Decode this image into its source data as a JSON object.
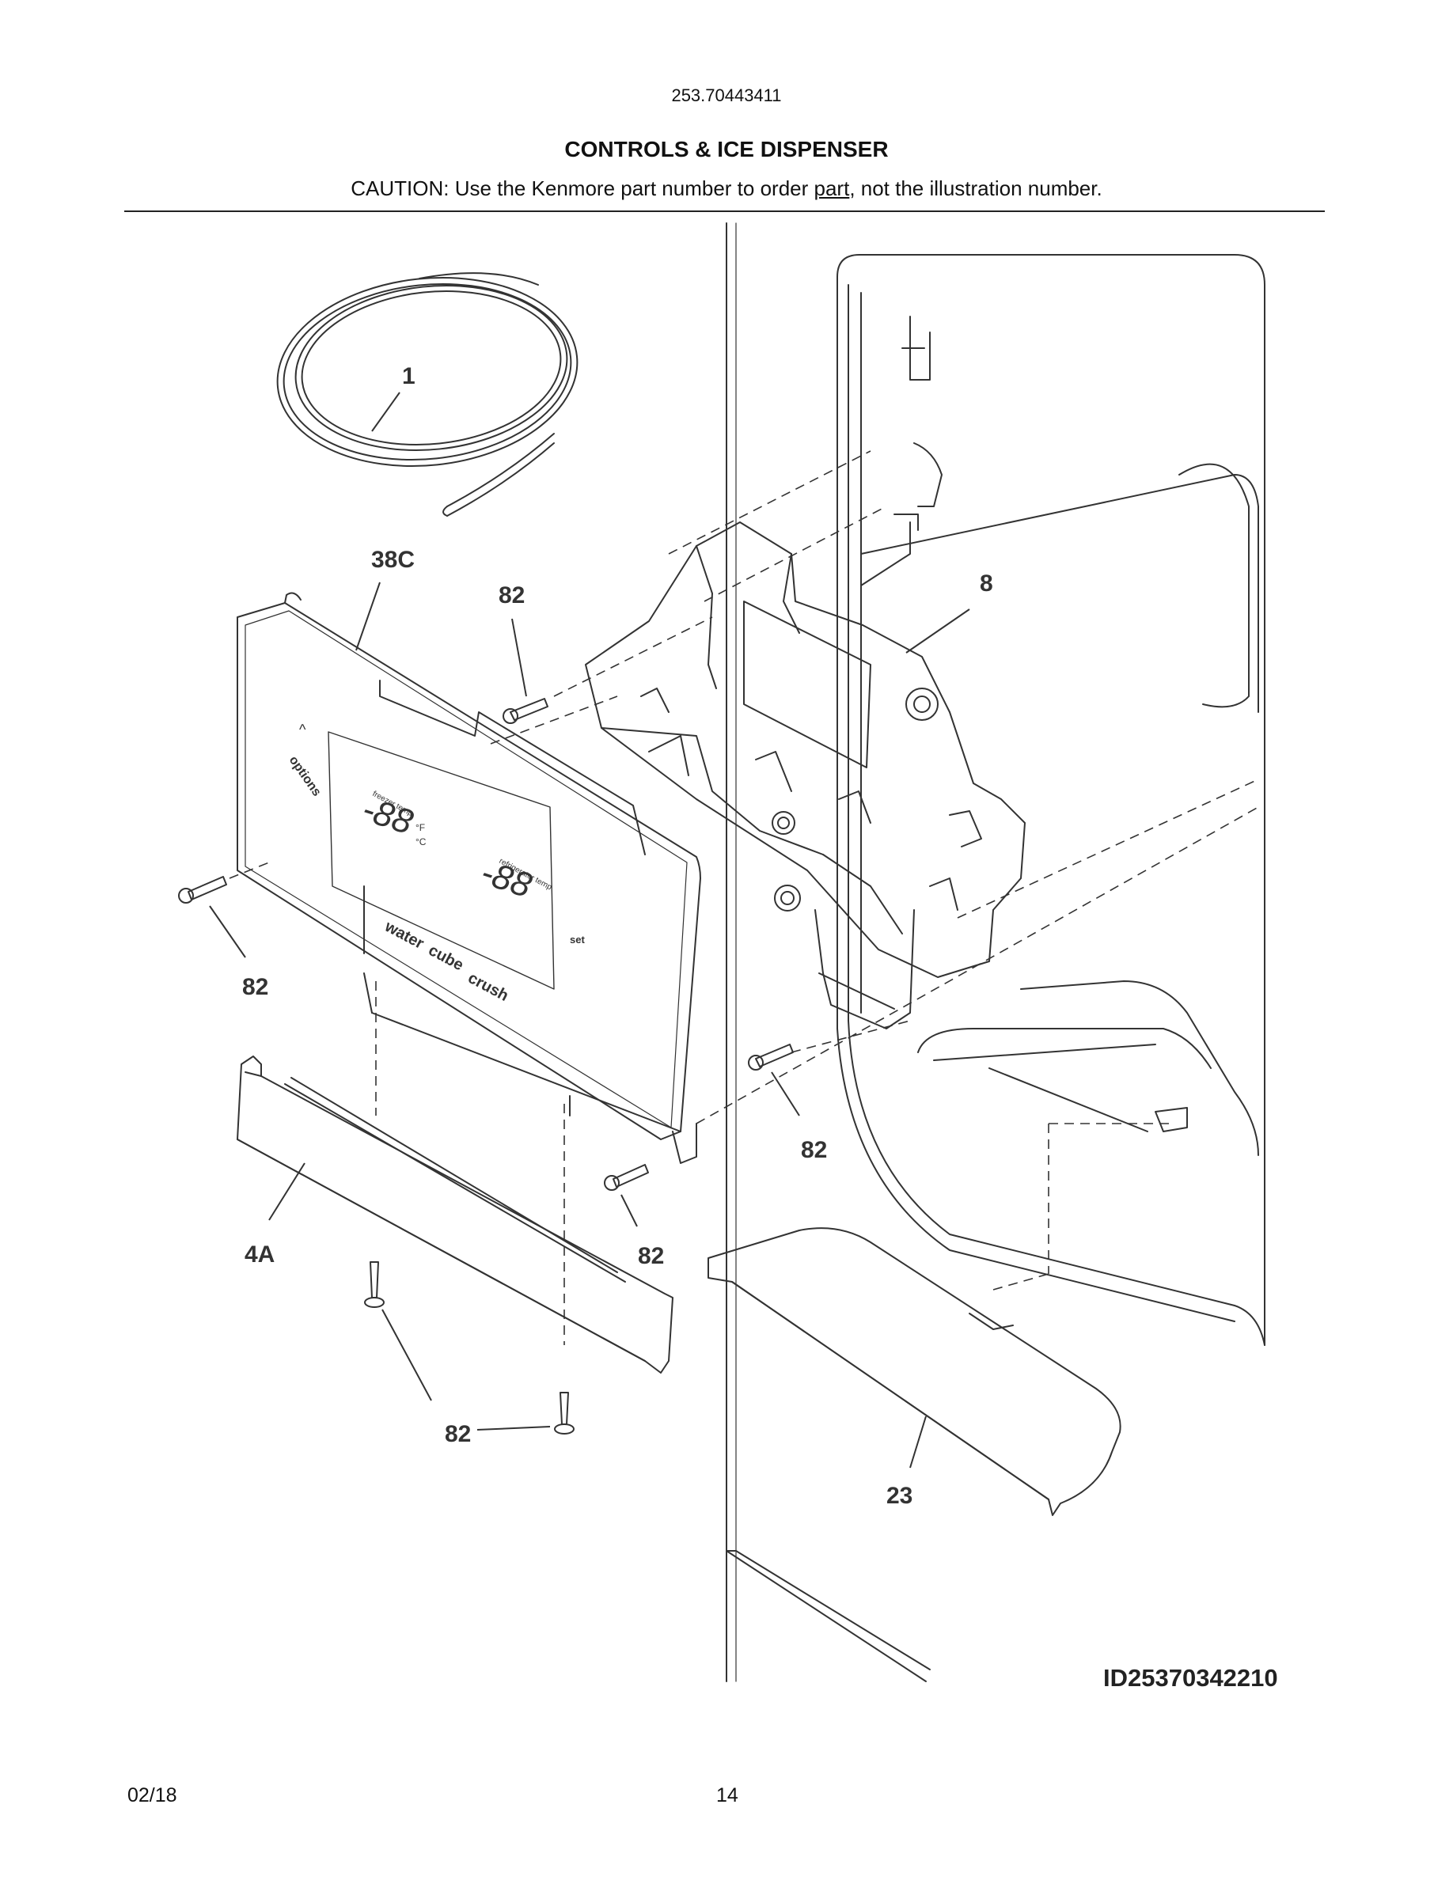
{
  "header": {
    "model_number": "253.70443411",
    "section_title": "CONTROLS & ICE DISPENSER",
    "caution_prefix": "CAUTION: Use the Kenmore part number to order ",
    "caution_underlined": "part",
    "caution_suffix": ", not the illustration number."
  },
  "callouts": {
    "c1": "1",
    "c38c": "38C",
    "c82_top": "82",
    "c8": "8",
    "c82_left": "82",
    "c82_right": "82",
    "c82_mid": "82",
    "c4a": "4A",
    "c82_bottom": "82",
    "c23": "23"
  },
  "panel_labels": {
    "options": "options",
    "freezer_temp": "freezer temp",
    "refrigerator_temp": "refrigerator temp",
    "display_digits": "-88",
    "unit_f": "°F",
    "unit_c": "°C",
    "water": "water",
    "cube": "cube",
    "crush": "crush",
    "set": "set"
  },
  "footer": {
    "diagram_id": "ID25370342210",
    "date": "02/18",
    "page_number": "14"
  }
}
